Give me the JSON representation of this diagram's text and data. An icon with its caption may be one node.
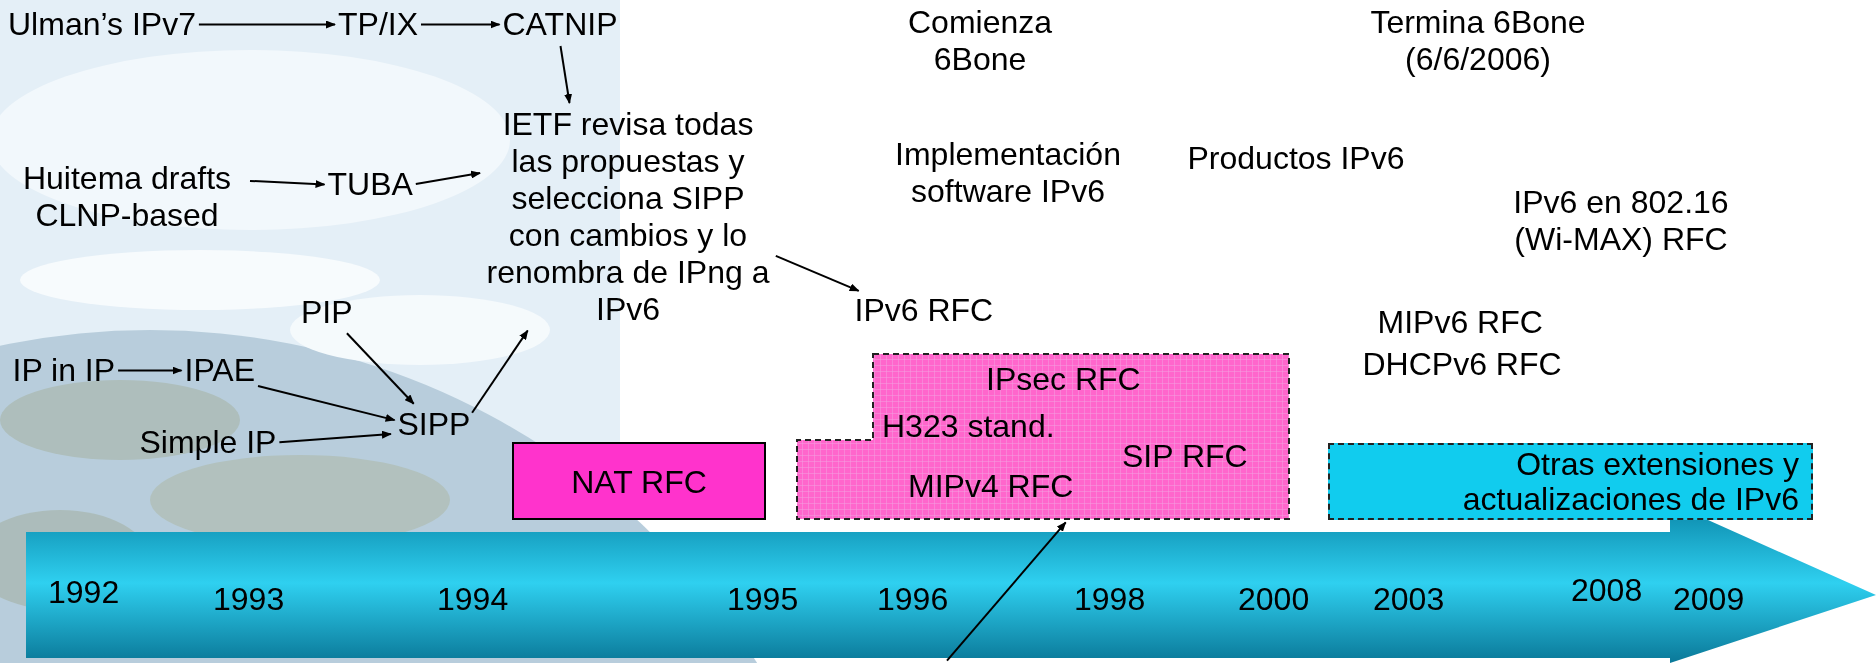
{
  "diagram": {
    "nodes": [
      {
        "text": [
          "Ulman’s IPv7"
        ]
      },
      {
        "text": [
          "TP/IX"
        ]
      },
      {
        "text": [
          "CATNIP"
        ]
      },
      {
        "text": [
          "Huitema drafts CLNP-based"
        ]
      },
      {
        "text": [
          "TUBA"
        ]
      },
      {
        "text": [
          "IETF revisa todas las propuestas y selecciona SIPP con cambios y lo renombra de IPng a IPv6"
        ]
      },
      {
        "text": [
          "PIP"
        ]
      },
      {
        "text": [
          "IP in IP"
        ]
      },
      {
        "text": [
          "IPAE"
        ]
      },
      {
        "text": [
          "Simple IP"
        ]
      },
      {
        "text": [
          "SIPP"
        ]
      },
      {
        "text": [
          "NAT RFC"
        ]
      },
      {
        "text": [
          "IPv6 RFC"
        ]
      },
      {
        "text": [
          "Comienza 6Bone"
        ]
      },
      {
        "text": [
          "Implementación software IPv6"
        ]
      },
      {
        "text": [
          "Productos IPv6"
        ]
      },
      {
        "text": [
          "Termina 6Bone (6/6/2006)"
        ]
      },
      {
        "text": [
          "IPv6 en 802.16 (Wi-MAX) RFC"
        ]
      },
      {
        "text": [
          "MIPv6 RFC"
        ]
      },
      {
        "text": [
          "DHCPv6 RFC"
        ]
      },
      {
        "text": [
          "IPsec RFC",
          "H323 stand.",
          "SIP RFC",
          "MIPv4 RFC"
        ]
      },
      {
        "text": [
          "Otras extensiones y actualizaciones de IPv6"
        ]
      }
    ],
    "edges": [
      {
        "from": 0,
        "to": 1,
        "arrow": "to"
      },
      {
        "from": 1,
        "to": 2,
        "arrow": "to"
      },
      {
        "from": 2,
        "to": 5,
        "arrow": "to"
      },
      {
        "from": 3,
        "to": 4,
        "arrow": "to"
      },
      {
        "from": 4,
        "to": 5,
        "arrow": "to"
      },
      {
        "from": 7,
        "to": 8,
        "arrow": "to"
      },
      {
        "from": 6,
        "to": 10,
        "arrow": "to"
      },
      {
        "from": 8,
        "to": 10,
        "arrow": "to"
      },
      {
        "from": 9,
        "to": 10,
        "arrow": "to"
      },
      {
        "from": 10,
        "to": 5,
        "arrow": "to"
      },
      {
        "from": 5,
        "to": 12,
        "arrow": "to"
      },
      {
        "from": null,
        "to": 20,
        "arrow": "to"
      }
    ],
    "labels": [
      "1992",
      "1993",
      "1994",
      "1995",
      "1996",
      "1998",
      "2000",
      "2003",
      "2008",
      "2009"
    ]
  }
}
